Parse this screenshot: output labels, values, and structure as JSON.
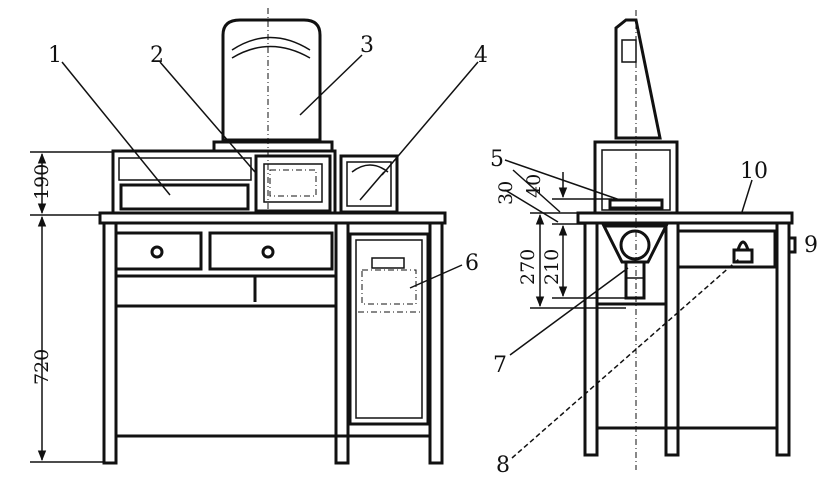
{
  "title": "Instrument workbench front and side views",
  "callouts": [
    "1",
    "2",
    "3",
    "4",
    "5",
    "6",
    "7",
    "8",
    "9",
    "10"
  ],
  "dimensions": {
    "front_top_height": "190",
    "front_table_height": "720",
    "side_a": "30",
    "side_b": "40",
    "side_c": "270",
    "side_d": "210"
  }
}
